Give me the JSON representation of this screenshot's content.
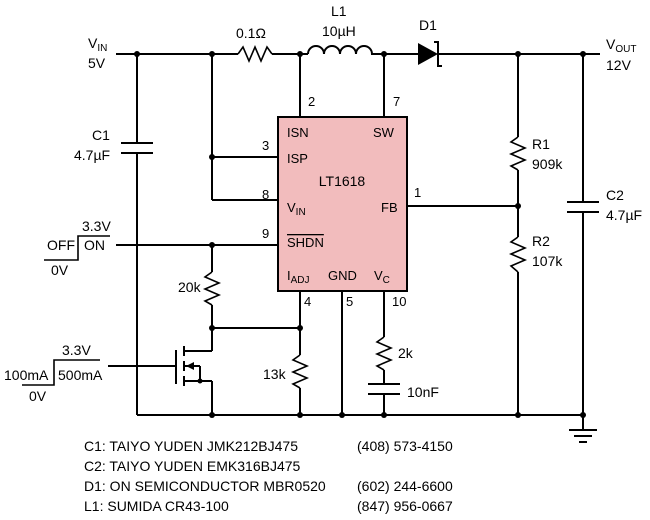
{
  "ic": {
    "name": "LT1618",
    "fill": "#f2bcbd",
    "pins": {
      "isn": "ISN",
      "sw": "SW",
      "isp": "ISP",
      "vin": "V",
      "vin_sub": "IN",
      "fb": "FB",
      "shdn": "SHDN",
      "iadj": "I",
      "iadj_sub": "ADJ",
      "gnd": "GND",
      "vc": "V",
      "vc_sub": "C"
    },
    "pin_numbers": {
      "isn": "2",
      "sw": "7",
      "isp": "3",
      "vin": "8",
      "fb": "1",
      "shdn": "9",
      "iadj": "4",
      "gnd": "5",
      "vc": "10"
    }
  },
  "labels": {
    "vin_main": "V",
    "vin_sub": "IN",
    "vin_value": "5V",
    "vout_main": "V",
    "vout_sub": "OUT",
    "vout_value": "12V",
    "rsense": "0.1Ω",
    "l1_name": "L1",
    "l1_value": "10µH",
    "d1_name": "D1",
    "c1_name": "C1",
    "c1_value": "4.7µF",
    "c2_name": "C2",
    "c2_value": "4.7µF",
    "r1_name": "R1",
    "r1_value": "909k",
    "r2_name": "R2",
    "r2_value": "107k",
    "r_20k": "20k",
    "r_13k": "13k",
    "r_2k": "2k",
    "c_10nf": "10nF",
    "shdn_high": "3.3V",
    "shdn_off": "OFF",
    "shdn_on": "ON",
    "shdn_low": "0V",
    "mos_high": "3.3V",
    "mos_100ma": "100mA",
    "mos_500ma": "500mA",
    "mos_low": "0V"
  },
  "notes": [
    {
      "part": "C1: TAIYO YUDEN JMK212BJ475",
      "phone": "(408) 573-4150"
    },
    {
      "part": "C2: TAIYO YUDEN EMK316BJ475",
      "phone": ""
    },
    {
      "part": "D1: ON SEMICONDUCTOR MBR0520",
      "phone": "(602) 244-6600"
    },
    {
      "part": "L1: SUMIDA CR43-100",
      "phone": "(847) 956-0667"
    }
  ]
}
